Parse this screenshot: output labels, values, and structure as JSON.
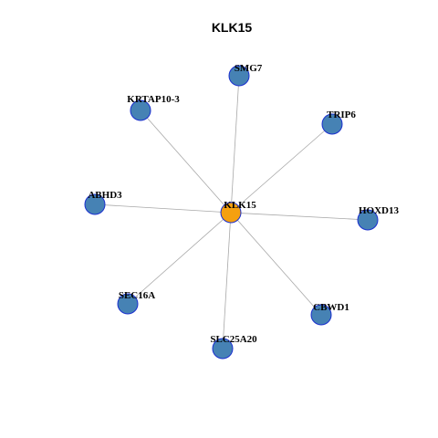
{
  "title": "KLK15",
  "colors": {
    "hub_fill": "#f5a00f",
    "node_fill": "#4682b4",
    "node_stroke": "#1a2fcf",
    "edge": "#a8a8a8"
  },
  "network": {
    "hub": "KLK15",
    "nodes": [
      {
        "id": "KLK15",
        "role": "hub"
      },
      {
        "id": "SMG7",
        "role": "neighbor"
      },
      {
        "id": "KRTAP10-3",
        "role": "neighbor"
      },
      {
        "id": "TRIP6",
        "role": "neighbor"
      },
      {
        "id": "ABHD3",
        "role": "neighbor"
      },
      {
        "id": "HOXD13",
        "role": "neighbor"
      },
      {
        "id": "SEC16A",
        "role": "neighbor"
      },
      {
        "id": "CBWD1",
        "role": "neighbor"
      },
      {
        "id": "SLC25A20",
        "role": "neighbor"
      }
    ],
    "edges": [
      [
        "KLK15",
        "SMG7"
      ],
      [
        "KLK15",
        "KRTAP10-3"
      ],
      [
        "KLK15",
        "TRIP6"
      ],
      [
        "KLK15",
        "ABHD3"
      ],
      [
        "KLK15",
        "HOXD13"
      ],
      [
        "KLK15",
        "SEC16A"
      ],
      [
        "KLK15",
        "CBWD1"
      ],
      [
        "KLK15",
        "SLC25A20"
      ]
    ]
  }
}
